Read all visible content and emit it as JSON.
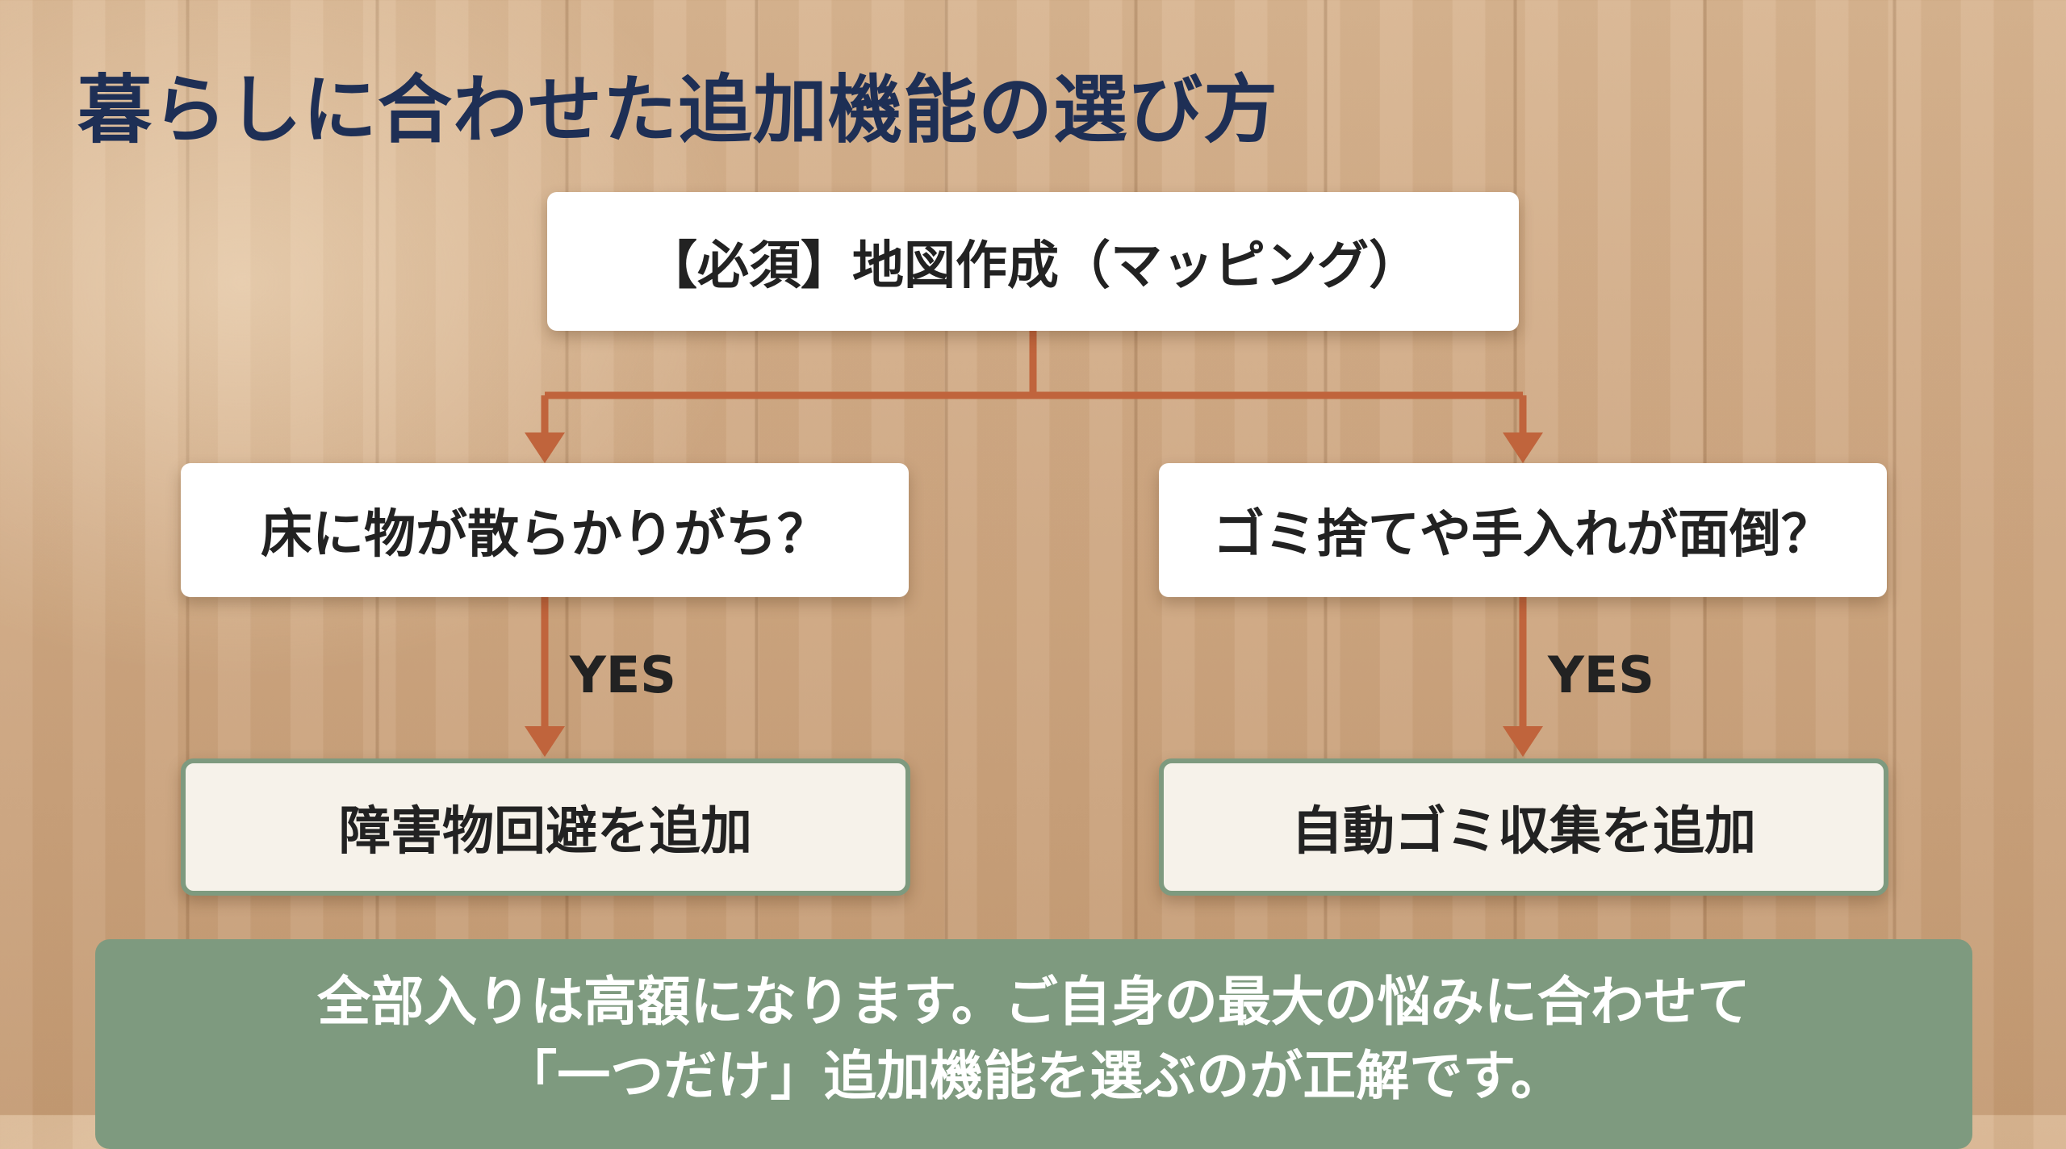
{
  "title": "暮らしに合わせた追加機能の選び方",
  "flow": {
    "root": "【必須】地図作成（マッピング）",
    "left_question": "床に物が散らかりがち？",
    "right_question": "ゴミ捨てや手入れが面倒？",
    "yes_label": "YES",
    "left_result": "障害物回避を追加",
    "right_result": "自動ゴミ収集を追加"
  },
  "note": {
    "line1": "全部入りは高額になります。ご自身の最大の悩みに合わせて",
    "line2": "「一つだけ」追加機能を選ぶのが正解です。"
  },
  "colors": {
    "title": "#1e2f55",
    "connector": "#c0643c",
    "result_border": "#7e9a7f",
    "note_bg": "#7e9a7f"
  }
}
